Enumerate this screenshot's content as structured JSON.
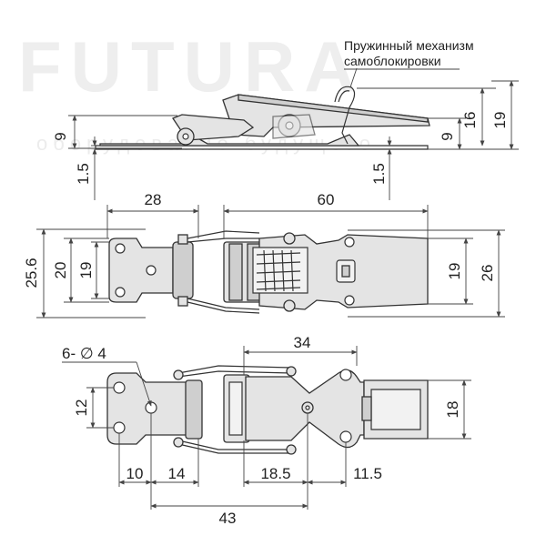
{
  "watermark": {
    "brand": "FUTURA",
    "slogan": "оборудование будущего"
  },
  "note": {
    "line1": "Пружинный механизм",
    "line2": "самоблокировки"
  },
  "side_view": {
    "dim_9_left": "9",
    "dim_1_5_left": "1.5",
    "dim_9_right": "9",
    "dim_1_5_right": "1.5",
    "dim_16": "16",
    "dim_19": "19"
  },
  "top_view": {
    "dim_28": "28",
    "dim_60": "60",
    "dim_25_6": "25.6",
    "dim_20": "20",
    "dim_19_left": "19",
    "dim_19_right": "19",
    "dim_26": "26"
  },
  "bottom_view": {
    "dim_holes": "6- ∅ 4",
    "dim_34": "34",
    "dim_12": "12",
    "dim_18": "18",
    "dim_10": "10",
    "dim_14": "14",
    "dim_18_5": "18.5",
    "dim_11_5": "11.5",
    "dim_43": "43"
  }
}
